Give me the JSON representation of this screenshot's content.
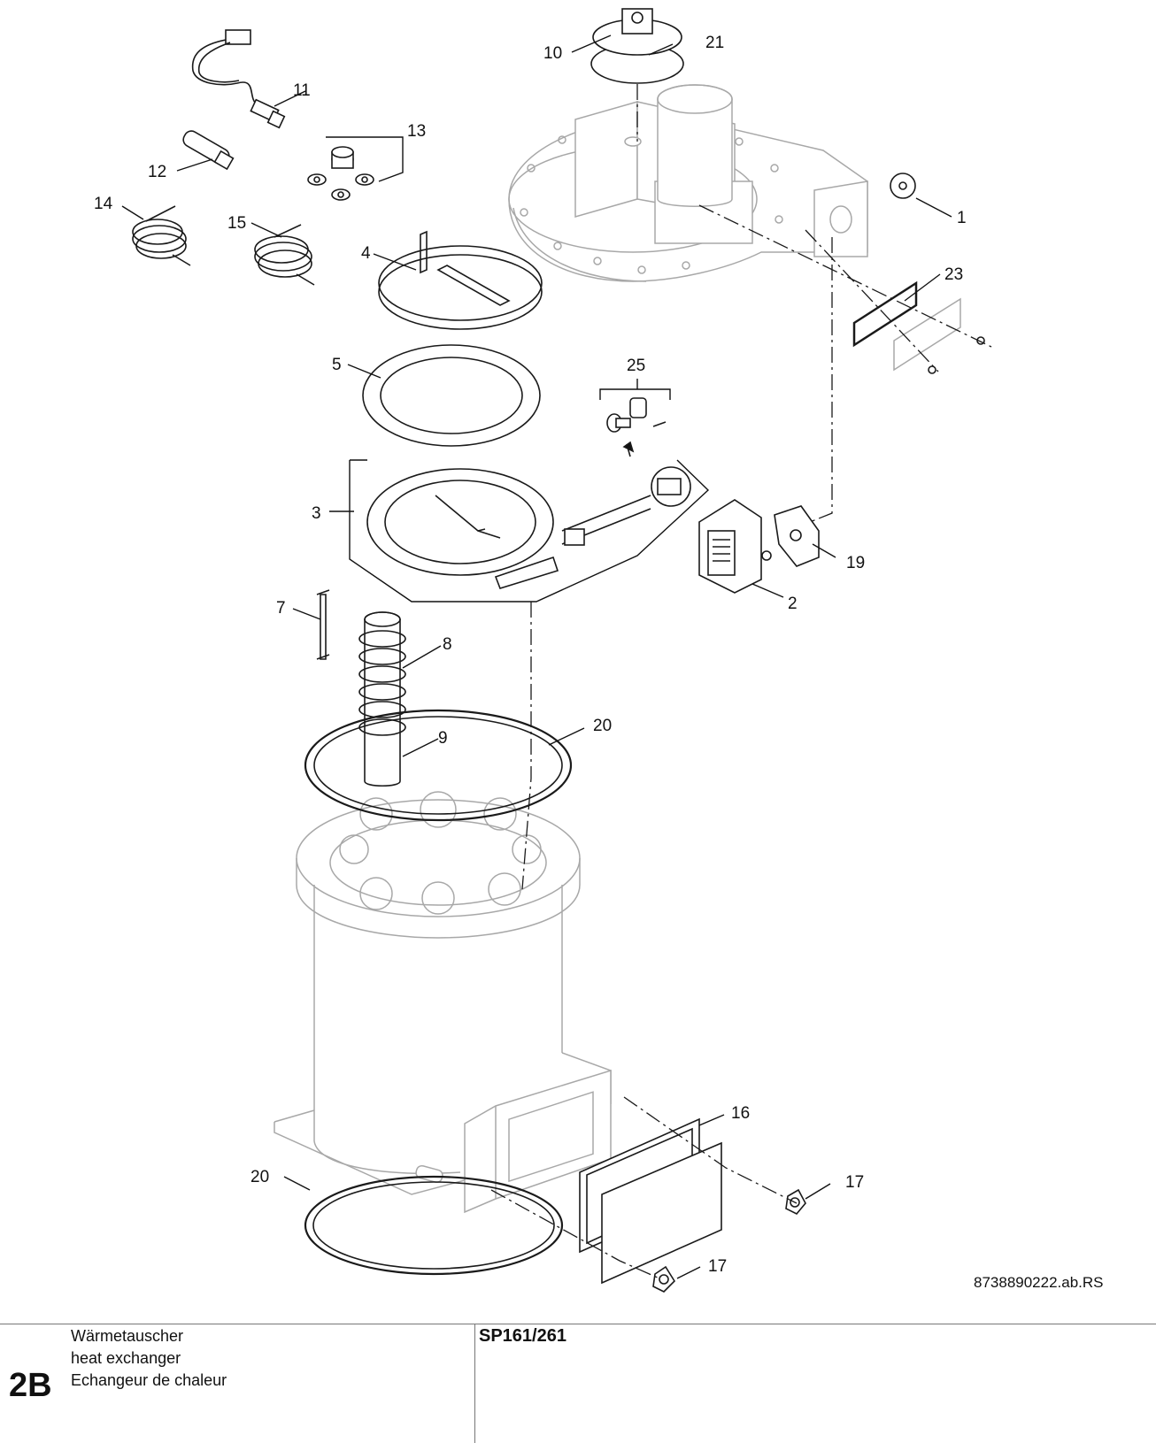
{
  "callouts": [
    {
      "id": "c1",
      "text": "1"
    },
    {
      "id": "c2",
      "text": "2"
    },
    {
      "id": "c3",
      "text": "3"
    },
    {
      "id": "c4",
      "text": "4"
    },
    {
      "id": "c5",
      "text": "5"
    },
    {
      "id": "c7",
      "text": "7"
    },
    {
      "id": "c8",
      "text": "8"
    },
    {
      "id": "c9",
      "text": "9"
    },
    {
      "id": "c10",
      "text": "10"
    },
    {
      "id": "c11",
      "text": "11"
    },
    {
      "id": "c12",
      "text": "12"
    },
    {
      "id": "c13",
      "text": "13"
    },
    {
      "id": "c14",
      "text": "14"
    },
    {
      "id": "c15",
      "text": "15"
    },
    {
      "id": "c16",
      "text": "16"
    },
    {
      "id": "c17a",
      "text": "17"
    },
    {
      "id": "c17b",
      "text": "17"
    },
    {
      "id": "c19",
      "text": "19"
    },
    {
      "id": "c20a",
      "text": "20"
    },
    {
      "id": "c20b",
      "text": "20"
    },
    {
      "id": "c21",
      "text": "21"
    },
    {
      "id": "c23",
      "text": "23"
    },
    {
      "id": "c25",
      "text": "25"
    }
  ],
  "drawing_ref": "8738890222.ab.RS",
  "footer": {
    "section": "2B",
    "desc_de": "Wärmetauscher",
    "desc_en": "heat exchanger",
    "desc_fr": "Echangeur de chaleur",
    "model": "SP161/261"
  }
}
